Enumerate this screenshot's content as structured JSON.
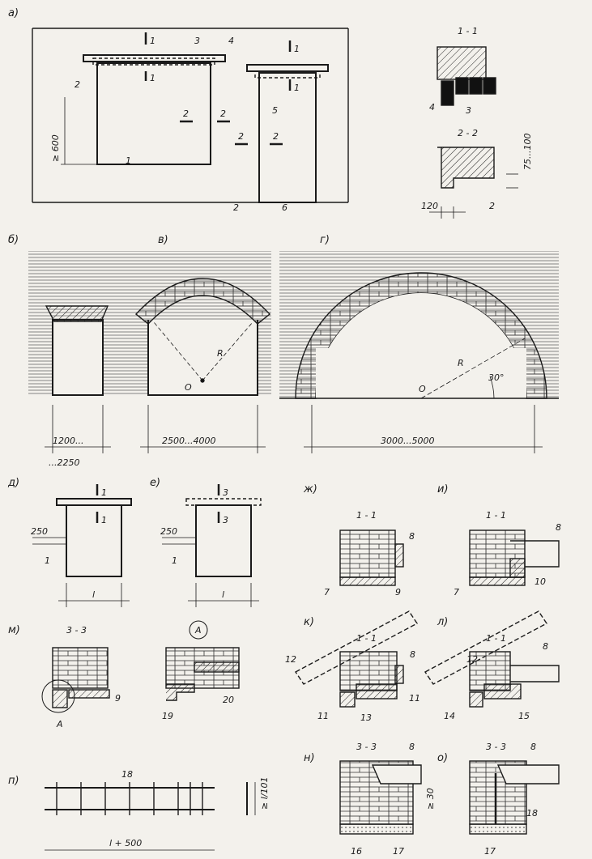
{
  "panels": {
    "a": "а)",
    "b": "б)",
    "v": "в)",
    "g": "г)",
    "d": "д)",
    "e": "е)",
    "zh": "ж)",
    "i": "и)",
    "k": "к)",
    "l": "л)",
    "m": "м)",
    "n": "н)",
    "o": "о)",
    "p": "п)"
  },
  "sections": {
    "s11": "1 - 1",
    "s22": "2 - 2",
    "s33": "3 - 3",
    "cut1": "1",
    "cut2": "2",
    "cut3": "3"
  },
  "dimensions": {
    "min600": "≥ 600",
    "d75_100": "75...100",
    "d120": "120",
    "d1200": "1200...",
    "d2250": "...2250",
    "d2500": "2500...4000",
    "d3000": "3000...5000",
    "d250": "250",
    "l": "l",
    "l500": "l + 500",
    "min30": "≥ 30",
    "l101": "≥ l/101",
    "angle30": "30°",
    "R": "R",
    "O": "O",
    "A": "A"
  },
  "callouts": {
    "n1": "1",
    "n2": "2",
    "n3": "3",
    "n4": "4",
    "n5": "5",
    "n6": "6",
    "n7": "7",
    "n8": "8",
    "n9": "9",
    "n10": "10",
    "n11": "11",
    "n12": "12",
    "n13": "13",
    "n14": "14",
    "n15": "15",
    "n16": "16",
    "n17": "17",
    "n18": "18",
    "n19": "19",
    "n20": "20"
  }
}
